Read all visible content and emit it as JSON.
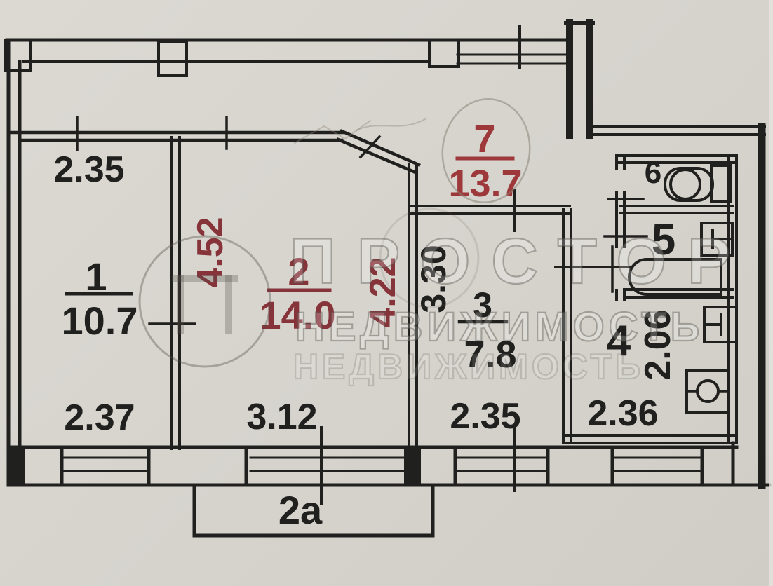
{
  "colors": {
    "paper": "#d6d3cd",
    "ink": "#20201e",
    "red_dimension": "#86333a",
    "red_hall": "#9d383b",
    "pencil": "#8b8577",
    "watermark_gray": "#54504a"
  },
  "labels": {
    "dim_room1_top": "2.35",
    "room1_number": "1",
    "room1_area": "10.7",
    "dim_room1_bottom": "2.37",
    "dim_room2_left": "4.52",
    "room2_number": "2",
    "room2_area": "14.0",
    "dim_room2_right": "4.22",
    "dim_room2_bottom": "3.12",
    "balcony": "2a",
    "dim_room3_left": "3.30",
    "room3_number": "3",
    "room3_area": "7.8",
    "dim_room3_bottom": "2.35",
    "hall_number": "7",
    "hall_area": "13.7",
    "wc_number": "6",
    "bath_number": "5",
    "kitchen_number": "4",
    "dim_kitchen_right": "2.06",
    "dim_kitchen_bottom": "2.36"
  },
  "watermark": {
    "brand": "ПРОСТОР",
    "word": "НЕДВИЖИМОСТЬ",
    "word_ghost": "НЕДВИЖИМОСТЬ"
  }
}
